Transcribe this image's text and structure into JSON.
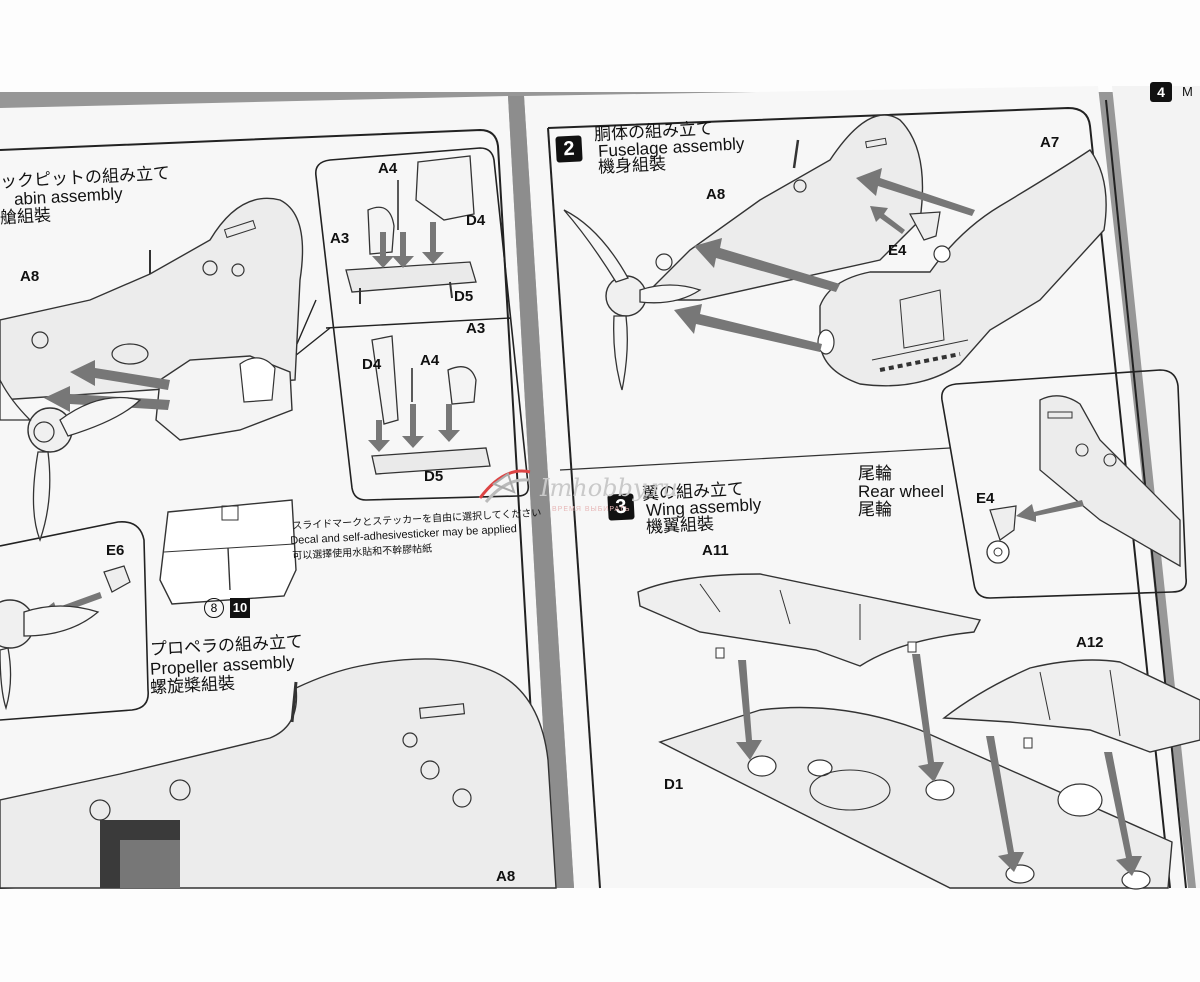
{
  "left_section": {
    "cockpit_jp": "ックピットの組み立て",
    "cockpit_en": "abin assembly",
    "cockpit_cn": "艙組裝",
    "propeller_jp": "プロペラの組み立て",
    "propeller_en": "Propeller assembly",
    "propeller_cn": "螺旋槳組裝",
    "decal_jp": "スライドマークとステッカーを自由に選択してください",
    "decal_en": "Decal and self-adhesivesticker may be applied",
    "decal_cn": "可以選擇使用水貼和不幹膠帖紙",
    "decal_circle": "8",
    "decal_square": "10"
  },
  "step2": {
    "number": "2",
    "title_jp": "胴体の組み立て",
    "title_en": "Fuselage assembly",
    "title_cn": "機身組裝"
  },
  "step3": {
    "number": "3",
    "title_jp": "翼の組み立て",
    "title_en": "Wing assembly",
    "title_cn": "機翼組裝"
  },
  "rear_wheel": {
    "jp": "尾輪",
    "en": "Rear wheel",
    "cn": "尾輪"
  },
  "step4": {
    "number": "4",
    "fragment": "M"
  },
  "parts": {
    "a8_top": "A8",
    "a8_step2": "A8",
    "a8_bottom": "A8",
    "a4_top": "A4",
    "a4_mid": "A4",
    "a3_top": "A3",
    "a3_mid": "A3",
    "d4_top": "D4",
    "d4_mid": "D4",
    "d5_top": "D5",
    "d5_mid": "D5",
    "e6": "E6",
    "a7": "A7",
    "e4_step2": "E4",
    "e4_rear": "E4",
    "a11": "A11",
    "a12": "A12",
    "d1": "D1"
  },
  "watermark": {
    "main": "Imhobby.ru",
    "sub": "ВРЕМЯ ВЫБИРАТЬ"
  }
}
